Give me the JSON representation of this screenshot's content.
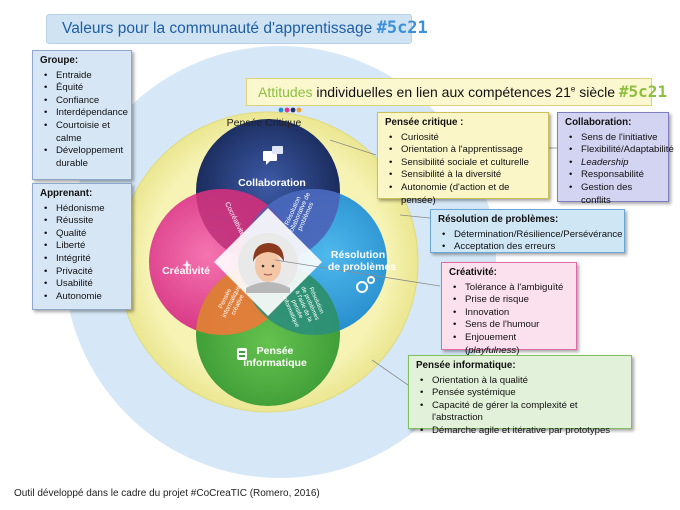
{
  "title": {
    "text": "Valeurs pour la communauté d'apprentissage",
    "tag": "#5c21"
  },
  "attitudes": {
    "word": "Attitudes",
    "text": "individuelles en lien aux compétences 21",
    "sup": "e",
    "text2": "siècle",
    "tag": "#5c21"
  },
  "footer": "Outil développé dans le cadre du projet #CoCreaTIC (Romero, 2016)",
  "groupe": {
    "title": "Groupe:",
    "items": [
      "Entraide",
      "Équité",
      "Confiance",
      "Interdépendance",
      "Courtoisie et",
      "calme",
      "Développement",
      "durable"
    ]
  },
  "apprenant": {
    "title": "Apprenant:",
    "items": [
      "Hédonisme",
      "Réussite",
      "Qualité",
      "Liberté",
      "Intégrité",
      "Privacité",
      "Usabilité",
      "Autonomie"
    ]
  },
  "pensee_critique": {
    "title": "Pensée critique :",
    "items": [
      "Curiosité",
      "Orientation à l'apprentissage",
      "Sensibilité sociale et culturelle",
      "Sensibilité à la diversité",
      "Autonomie (d'action et de pensée)"
    ]
  },
  "collaboration_box": {
    "title": "Collaboration:",
    "items": [
      "Sens de l'initiative",
      "Flexibilité/Adaptabilité",
      "Leadership",
      "Responsabilité",
      "Gestion des conflits"
    ]
  },
  "resolution_box": {
    "title": "Résolution de problèmes:",
    "items": [
      "Détermination/Résilience/Persévérance",
      "Acceptation des erreurs"
    ]
  },
  "creativite_box": {
    "title": "Créativité:",
    "items": [
      "Tolérance à l'ambiguïté",
      "Prise de risque",
      "Innovation",
      "Sens de l'humour",
      "Enjouement (",
      "playfulness",
      ")"
    ]
  },
  "pensee_info_box": {
    "title": "Pensée informatique:",
    "items": [
      "Orientation à la qualité",
      "Pensée systémique",
      "Capacité de gérer la complexité et l'abstraction",
      "Démarche agile et itérative par prototypes"
    ]
  },
  "diagram": {
    "ring_label": "Pensée Critique",
    "collaboration": "Collaboration",
    "creativite": "Créativité",
    "resolution_1": "Résolution",
    "resolution_2": "de problèmes",
    "pensee_info_1": "Pensée",
    "pensee_info_2": "informatique",
    "overlap_cocreativite": "Cocréativité",
    "overlap_resolution_coll_1": "Résolution",
    "overlap_resolution_coll_2": "collaborative de",
    "overlap_resolution_coll_3": "problèmes",
    "overlap_pensee_creative_1": "Pensée",
    "overlap_pensee_creative_2": "informatique",
    "overlap_pensee_creative_3": "créative",
    "overlap_resolution_info_1": "Résolution",
    "overlap_resolution_info_2": "de problèmes",
    "overlap_resolution_info_3": "à l'aide de la",
    "overlap_resolution_info_4": "pensée",
    "overlap_resolution_info_5": "informatique"
  },
  "colors": {
    "collaboration": "#1c2f66",
    "creativite": "#e3348a",
    "resolution": "#1f8fd8",
    "pensee_informatique": "#3aa33a",
    "critique_ring": "#f0eda0",
    "outer_circle": "#d5e8f7"
  }
}
